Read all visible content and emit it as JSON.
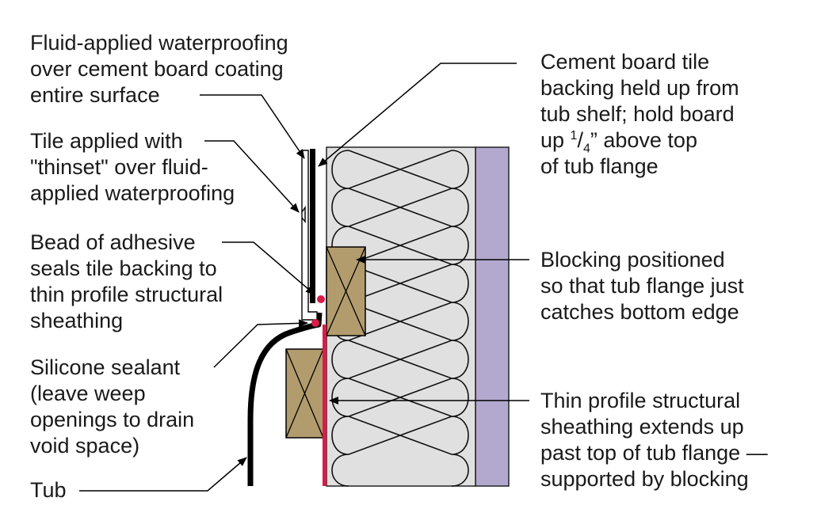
{
  "colors": {
    "insulation": "#e0e0e0",
    "drywall": "#b3a9cf",
    "blocking": "#b29c6d",
    "sheathing": "#d91c48",
    "ink": "#000000",
    "text": "#1a1a1a"
  },
  "labels": {
    "fluid_applied": [
      "Fluid-applied waterproofing",
      "over cement board coating",
      "entire surface"
    ],
    "tile_applied": [
      "Tile applied with",
      "\"thinset\" over fluid-",
      "applied waterproofing"
    ],
    "bead_adhesive": [
      "Bead of adhesive",
      "seals tile backing to",
      "thin profile structural",
      "sheathing"
    ],
    "silicone": [
      "Silicone sealant",
      "(leave weep",
      "openings to drain",
      "void space)"
    ],
    "tub": "Tub",
    "cement_board": {
      "line1": "Cement board tile",
      "line2": "backing held up from",
      "line3": "tub shelf; hold board",
      "line4_prefix": "up ",
      "frac_num": "1",
      "frac_den": "4",
      "line4_suffix": "” above top",
      "line5": "of tub flange"
    },
    "blocking": [
      "Blocking positioned",
      "so that tub flange just",
      "catches bottom edge"
    ],
    "thin_profile": [
      "Thin profile structural",
      "sheathing extends up",
      "past top of tub flange —",
      "supported by blocking"
    ]
  }
}
